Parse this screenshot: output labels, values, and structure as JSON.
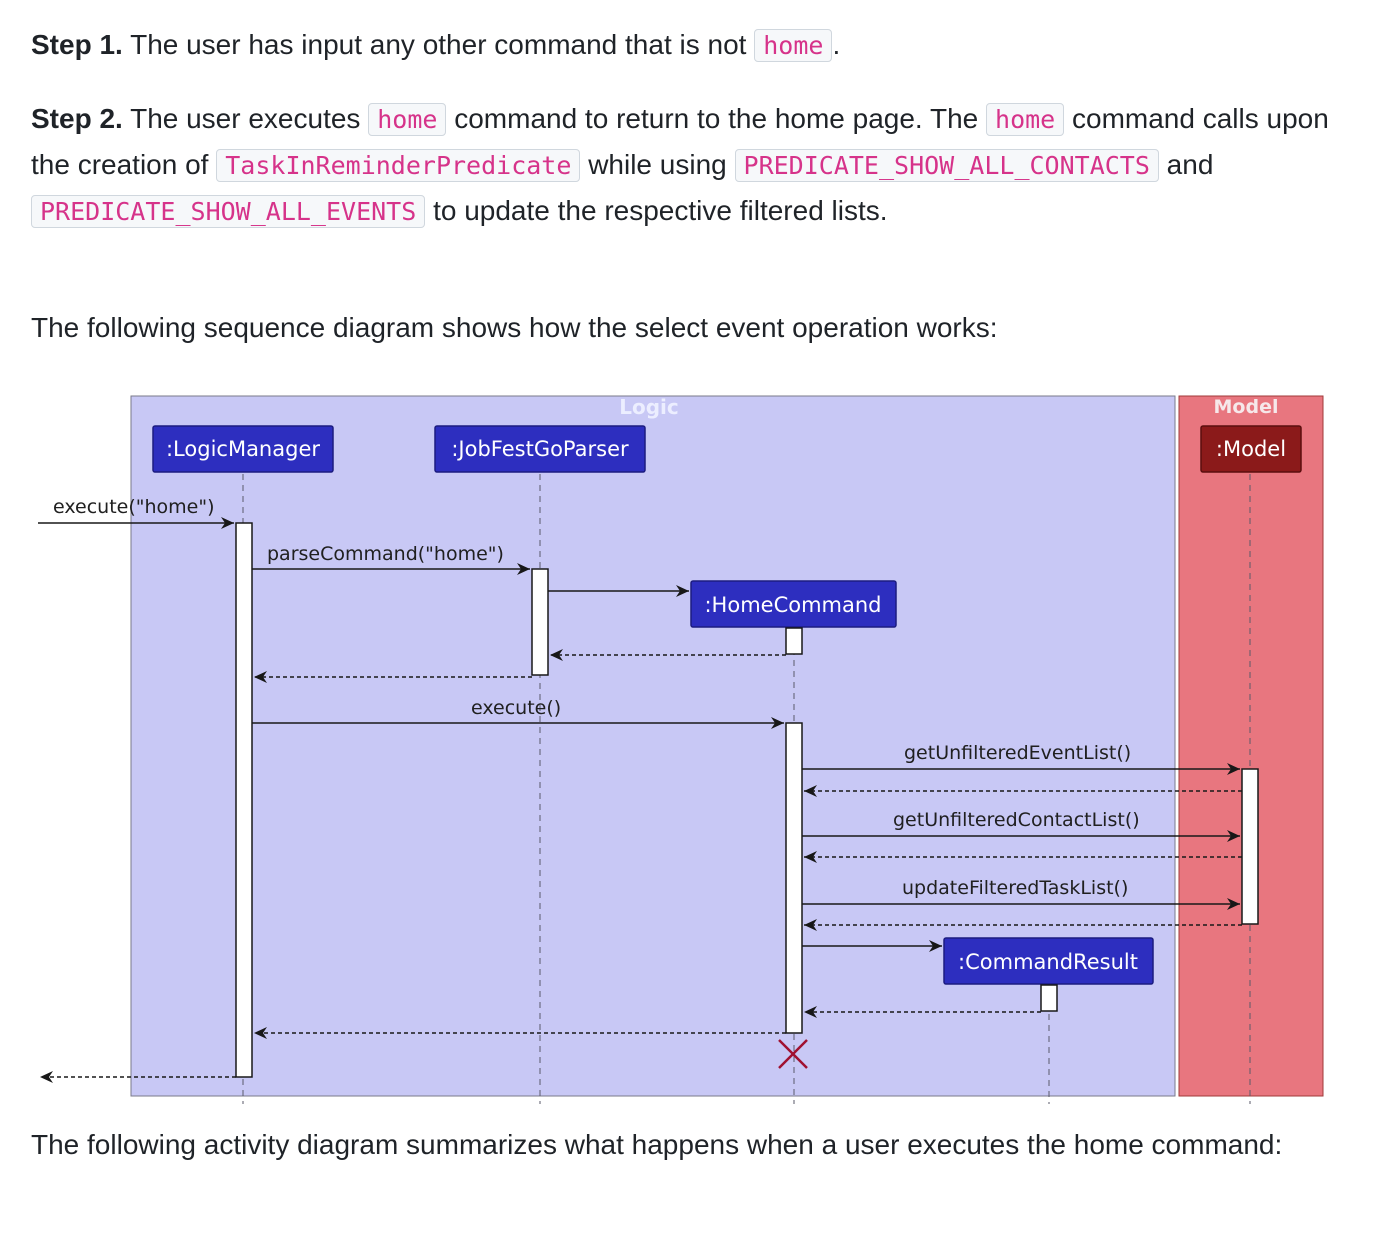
{
  "step1": {
    "bold": "Step 1.",
    "text_before": " The user has input any other command that is not ",
    "code": "home",
    "text_after": "."
  },
  "step2": {
    "bold": "Step 2.",
    "t1": " The user executes ",
    "code1": "home",
    "t2": " command to return to the home page. The ",
    "code2": "home",
    "t3": " command calls upon the creation of ",
    "code3": "TaskInReminderPredicate",
    "t4": " while using ",
    "code4": "PREDICATE_SHOW_ALL_CONTACTS",
    "t5": " and ",
    "code5": "PREDICATE_SHOW_ALL_EVENTS",
    "t6": " to update the respective filtered lists."
  },
  "intro_sequence": "The following sequence diagram shows how the select event operation works:",
  "diagram": {
    "logic_box": "Logic",
    "model_box": "Model",
    "participants": {
      "logic_manager": ":LogicManager",
      "parser": ":JobFestGoParser",
      "home_command": ":HomeCommand",
      "command_result": ":CommandResult",
      "model": ":Model"
    },
    "messages": {
      "execute_home": "execute(\"home\")",
      "parse_command": "parseCommand(\"home\")",
      "execute": "execute()",
      "get_event_list": "getUnfilteredEventList()",
      "get_contact_list": "getUnfilteredContactList()",
      "update_task_list": "updateFilteredTaskList()"
    },
    "colors": {
      "logic_bg": "#c8c8f5",
      "model_bg": "#e8767f",
      "participant_blue": "#2d2ebf",
      "participant_red": "#8b1a1a",
      "destroy": "#a01030"
    }
  },
  "outro_activity": "The following activity diagram summarizes what happens when a user executes the home command:"
}
